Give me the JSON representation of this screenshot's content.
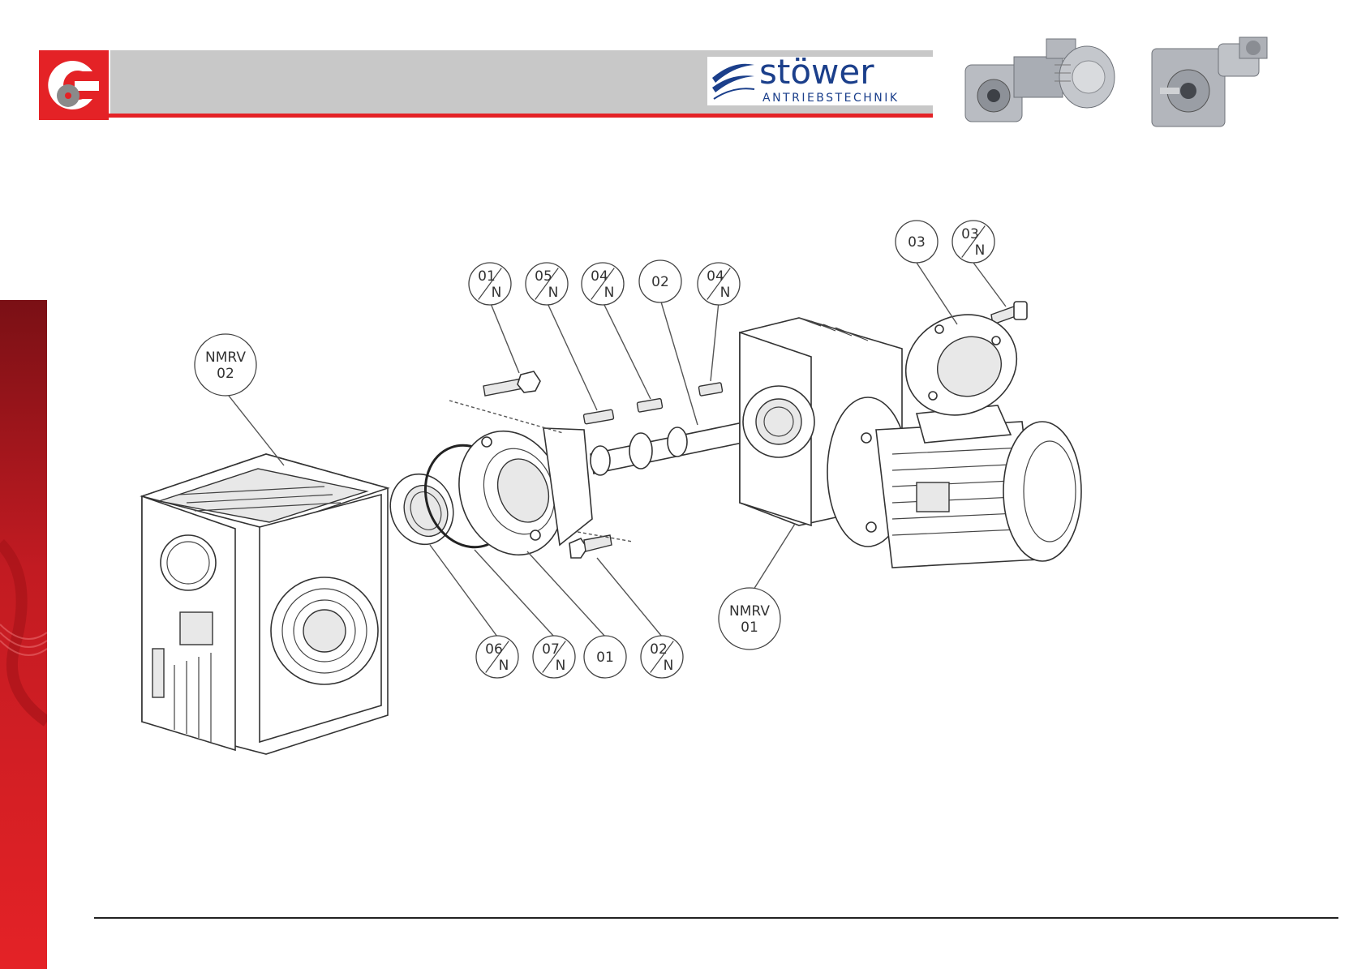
{
  "brand": {
    "name": "stöwer",
    "subtitle": "ANTRIEBSTECHNIK"
  },
  "colors": {
    "accent_red": "#e42226",
    "header_gray": "#c8c8c8",
    "brand_blue": "#1b3f8b"
  },
  "diagram": {
    "callouts": [
      {
        "top": "NMRV",
        "bottom": "02"
      },
      {
        "top": "01",
        "bottom": "N"
      },
      {
        "top": "05",
        "bottom": "N"
      },
      {
        "top": "04",
        "bottom": "N"
      },
      {
        "top": "02",
        "bottom": ""
      },
      {
        "top": "04",
        "bottom": "N"
      },
      {
        "top": "03",
        "bottom": ""
      },
      {
        "top": "03",
        "bottom": "N"
      },
      {
        "top": "06",
        "bottom": "N"
      },
      {
        "top": "07",
        "bottom": "N"
      },
      {
        "top": "01",
        "bottom": ""
      },
      {
        "top": "02",
        "bottom": "N"
      },
      {
        "top": "NMRV",
        "bottom": "01"
      }
    ]
  }
}
